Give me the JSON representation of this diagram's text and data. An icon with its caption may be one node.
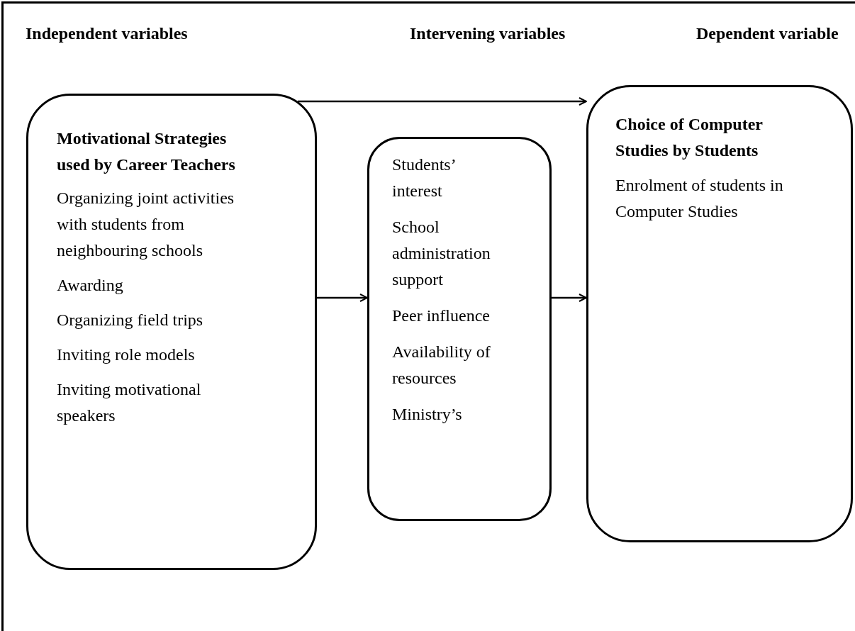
{
  "diagram": {
    "nodes": [
      {
        "text": [
          "Motivational Strategies used by Career Teachers",
          "Organizing joint activities with students from neighbouring schools",
          "Awarding",
          "Organizing field trips",
          "Inviting role models",
          "Inviting motivational speakers"
        ]
      },
      {
        "text": [
          "Students’ interest",
          "School administration support",
          "Peer influence",
          "Availability of resources",
          "Ministry’s"
        ]
      },
      {
        "text": [
          "Choice of Computer Studies by Students",
          "Enrolment of students in Computer Studies"
        ]
      }
    ],
    "edges": [
      {
        "from": 0,
        "to": 2,
        "arrow": "to"
      },
      {
        "from": 0,
        "to": 1,
        "arrow": "to"
      },
      {
        "from": 1,
        "to": 2,
        "arrow": "to"
      }
    ],
    "labels": [
      "Independent variables",
      "Intervening variables",
      "Dependent variable"
    ]
  }
}
